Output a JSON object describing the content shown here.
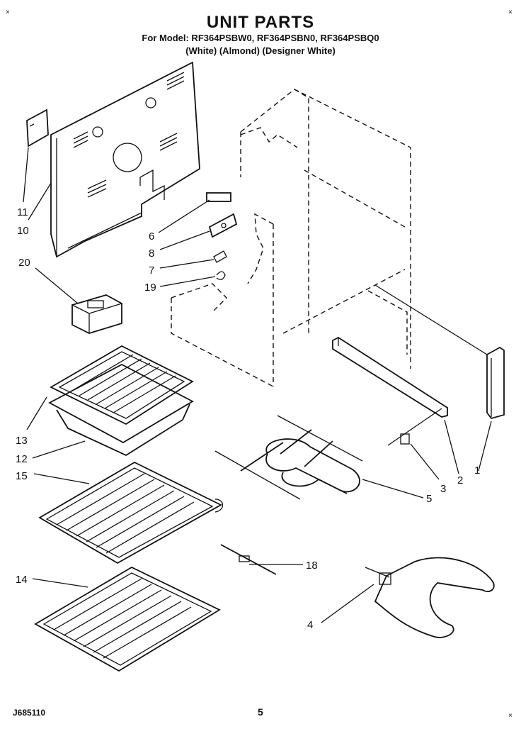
{
  "header": {
    "title": "UNIT PARTS",
    "models": "For Model: RF364PSBW0, RF364PSBN0, RF364PSBQ0",
    "colors": "(White)   (Almond) (Designer White)"
  },
  "footer": {
    "diagram_code": "J685110",
    "page_number": "5"
  },
  "corner_mark": "×",
  "callouts": [
    "1",
    "2",
    "3",
    "4",
    "5",
    "6",
    "7",
    "8",
    "10",
    "11",
    "12",
    "13",
    "14",
    "15",
    "18",
    "19",
    "20"
  ]
}
